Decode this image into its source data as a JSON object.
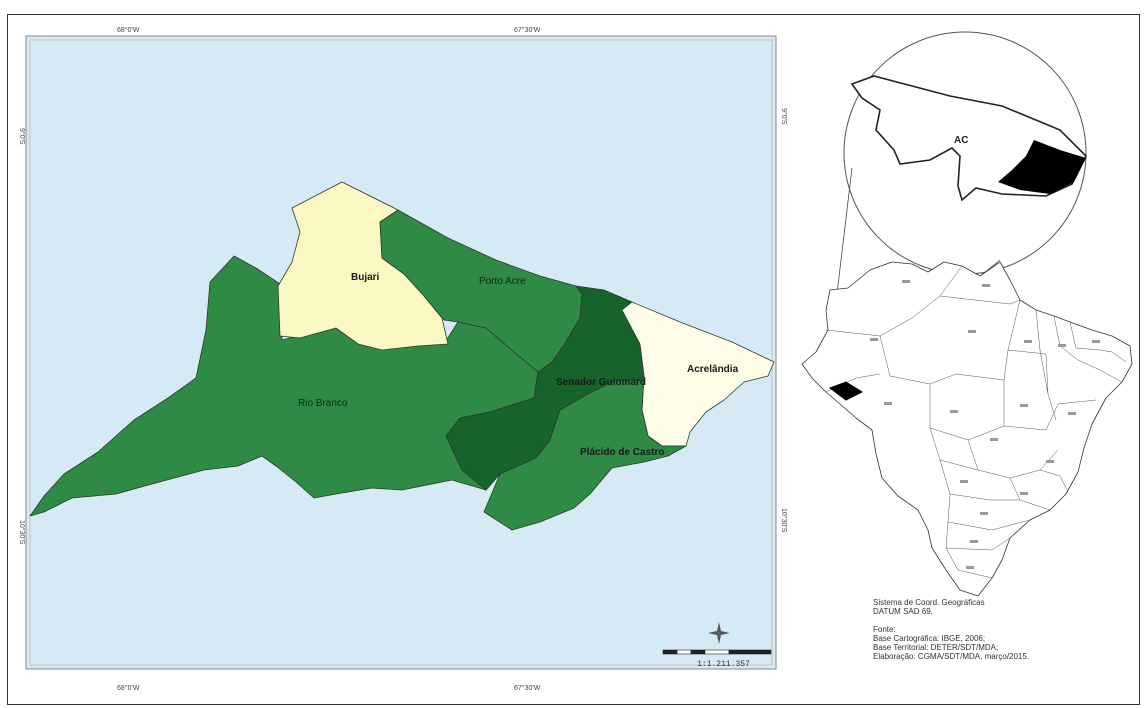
{
  "figure": {
    "title": ""
  },
  "map": {
    "background_color": "#d6eaf5",
    "coordinates": {
      "top_left": "68°0'W",
      "top_center": "67°30'W",
      "bottom_left": "68°0'W",
      "bottom_center": "67°30'W",
      "left_upper": "9°0'S",
      "left_lower": "10°30'S",
      "right_upper": "9°0'S",
      "right_lower": "10°30'S"
    },
    "municipalities": [
      {
        "name": "Bujari",
        "color": "#fbf8c4"
      },
      {
        "name": "Porto Acre",
        "color": "#2f8a45"
      },
      {
        "name": "Rio Branco",
        "color": "#2f8a45"
      },
      {
        "name": "Senador Guiomard",
        "color": "#17632c"
      },
      {
        "name": "Acrelândia",
        "color": "#fdfde8"
      },
      {
        "name": "Plácido de Castro",
        "color": "#2f8a45"
      }
    ],
    "scale": "1:1.211.357"
  },
  "inset": {
    "state_label": "AC",
    "highlight_color": "#000000"
  },
  "legend": {
    "lines": [
      "Sistema de Coord. Geográficas",
      "DATUM SAD 69.",
      "",
      "Fonte:",
      "Base Cartográfica: IBGE, 2006;",
      "Base Territorial: DETER/SDT/MDA;",
      "Elaboração: CGMA/SDT/MDA, março/2015."
    ]
  }
}
